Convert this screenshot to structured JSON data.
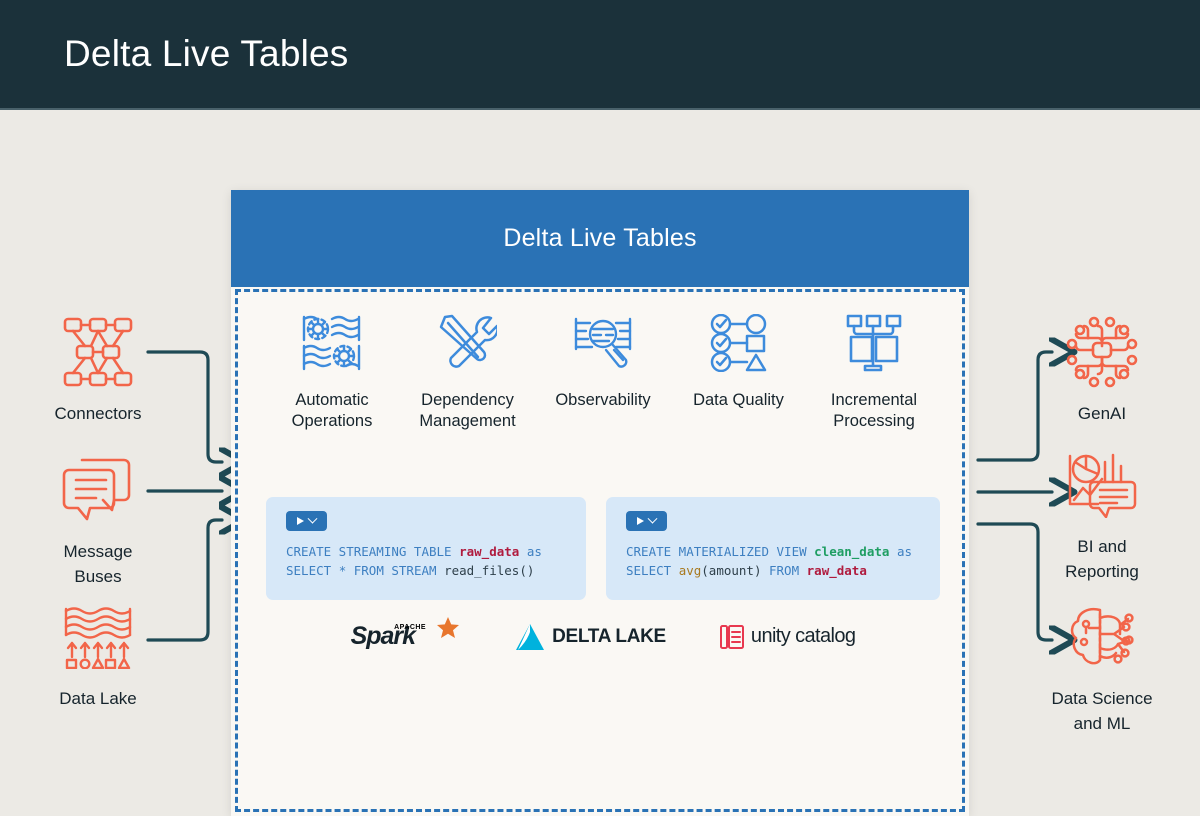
{
  "banner": {
    "title": "Delta Live Tables"
  },
  "card": {
    "header_title": "Delta Live Tables",
    "features": [
      {
        "label": "Automatic\nOperations",
        "icon": "gears-waves-icon"
      },
      {
        "label": "Dependency\nManagement",
        "icon": "screwdriver-wrench-icon"
      },
      {
        "label": "Observability",
        "icon": "magnifier-chart-icon"
      },
      {
        "label": "Data Quality",
        "icon": "checklist-flow-icon"
      },
      {
        "label": "Incremental\nProcessing",
        "icon": "pipeline-nodes-icon"
      }
    ],
    "code_blocks": [
      {
        "run_button": {
          "play_icon": "play-icon",
          "chevron_icon": "chevron-down-icon"
        },
        "line1": [
          {
            "t": "CREATE STREAMING TABLE ",
            "c": "kw"
          },
          {
            "t": "raw_data",
            "c": "tbl"
          },
          {
            "t": " as",
            "c": "kw"
          }
        ],
        "line2": [
          {
            "t": "SELECT ",
            "c": "kw"
          },
          {
            "t": "* ",
            "c": "kw"
          },
          {
            "t": "FROM STREAM ",
            "c": "kw"
          },
          {
            "t": "read_files()",
            "c": "plain"
          }
        ]
      },
      {
        "run_button": {
          "play_icon": "play-icon",
          "chevron_icon": "chevron-down-icon"
        },
        "line1": [
          {
            "t": "CREATE MATERIALIZED VIEW ",
            "c": "kw"
          },
          {
            "t": "clean_data",
            "c": "tblg"
          },
          {
            "t": " as",
            "c": "kw"
          }
        ],
        "line2": [
          {
            "t": "SELECT ",
            "c": "kw"
          },
          {
            "t": "avg",
            "c": "fn"
          },
          {
            "t": "(amount) ",
            "c": "plain"
          },
          {
            "t": "FROM ",
            "c": "kw"
          },
          {
            "t": "raw_data",
            "c": "tbl"
          }
        ]
      }
    ],
    "logos": [
      {
        "name": "Spark",
        "sup": "APACHE",
        "icon": "spark-star-icon"
      },
      {
        "name": "DELTA LAKE",
        "icon": "delta-lake-triangle-icon"
      },
      {
        "name": "unity catalog",
        "icon": "unity-catalog-icon"
      }
    ]
  },
  "sources": [
    {
      "label": "Connectors",
      "icon": "connectors-network-icon"
    },
    {
      "label": "Message\nBuses",
      "icon": "chat-bubbles-icon"
    },
    {
      "label": "Data Lake",
      "icon": "data-lake-waves-icon"
    }
  ],
  "destinations": [
    {
      "label": "GenAI",
      "icon": "genai-chip-icon"
    },
    {
      "label": "BI and\nReporting",
      "icon": "bi-reporting-icon"
    },
    {
      "label": "Data Science\nand ML",
      "icon": "brain-circuit-icon"
    }
  ],
  "colors": {
    "banner_bg": "#1b313a",
    "page_bg": "#eceae5",
    "card_bg": "#faf8f4",
    "accent_blue": "#2a72b5",
    "icon_blue": "#3d8bdc",
    "icon_coral": "#f26549",
    "arrow_teal": "#1f4a55",
    "code_bg": "#d7e8f8"
  }
}
